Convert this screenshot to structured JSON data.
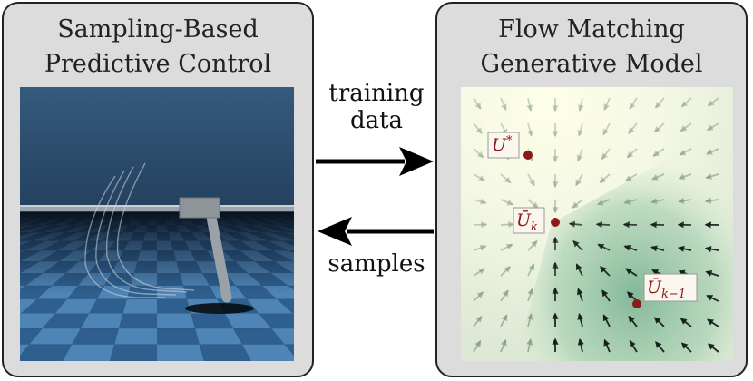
{
  "left_panel": {
    "title_line1": "Sampling-Based",
    "title_line2": "Predictive Control"
  },
  "right_panel": {
    "title_line1": "Flow Matching",
    "title_line2": "Generative Model"
  },
  "arrows": {
    "forward_label_line1": "training",
    "forward_label_line2": "data",
    "backward_label": "samples"
  },
  "points": {
    "u_star": {
      "base": "U",
      "sup": "*"
    },
    "u_k": {
      "base": "Ū",
      "sub": "k"
    },
    "u_k_minus_1": {
      "base": "Ū",
      "sub": "k−1"
    }
  },
  "colors": {
    "panel_bg": "#dcdcdc",
    "point": "#8b1a1a",
    "label_text": "#8b1a1a",
    "flow_green": "#8fc39e"
  }
}
